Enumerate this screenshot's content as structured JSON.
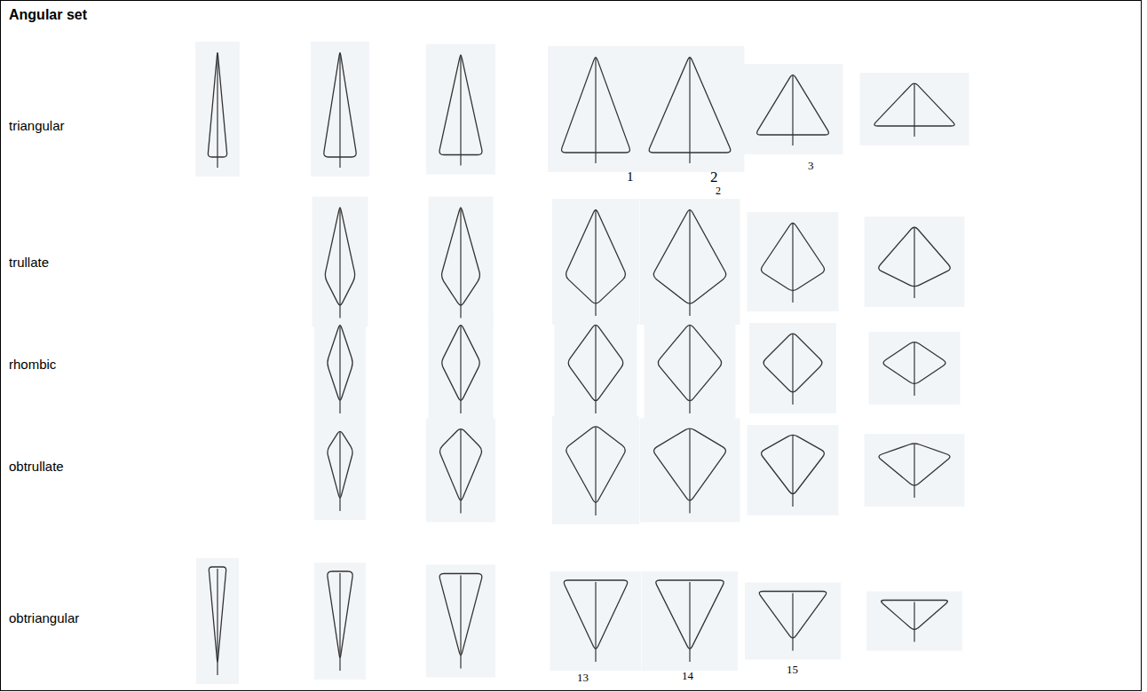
{
  "diagram": {
    "title": "Angular set",
    "labels": [
      "triangular",
      "trullate",
      "rhombic",
      "obtrullate",
      "obtriangular",
      "1",
      "2",
      "2",
      "3",
      "13",
      "14",
      "15"
    ]
  }
}
